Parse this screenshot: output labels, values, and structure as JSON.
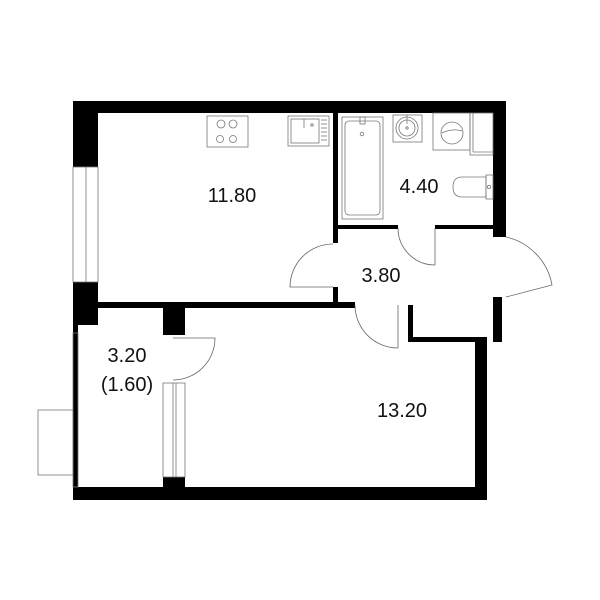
{
  "plan": {
    "rooms": [
      {
        "id": "kitchen",
        "area": "11.80"
      },
      {
        "id": "bathroom",
        "area": "4.40"
      },
      {
        "id": "hall",
        "area": "3.80"
      },
      {
        "id": "balcony",
        "area": "3.20",
        "reduced_area": "(1.60)"
      },
      {
        "id": "living",
        "area": "13.20"
      }
    ],
    "colors": {
      "wall": "#000000",
      "fixture": "#777777",
      "background": "#ffffff"
    }
  }
}
